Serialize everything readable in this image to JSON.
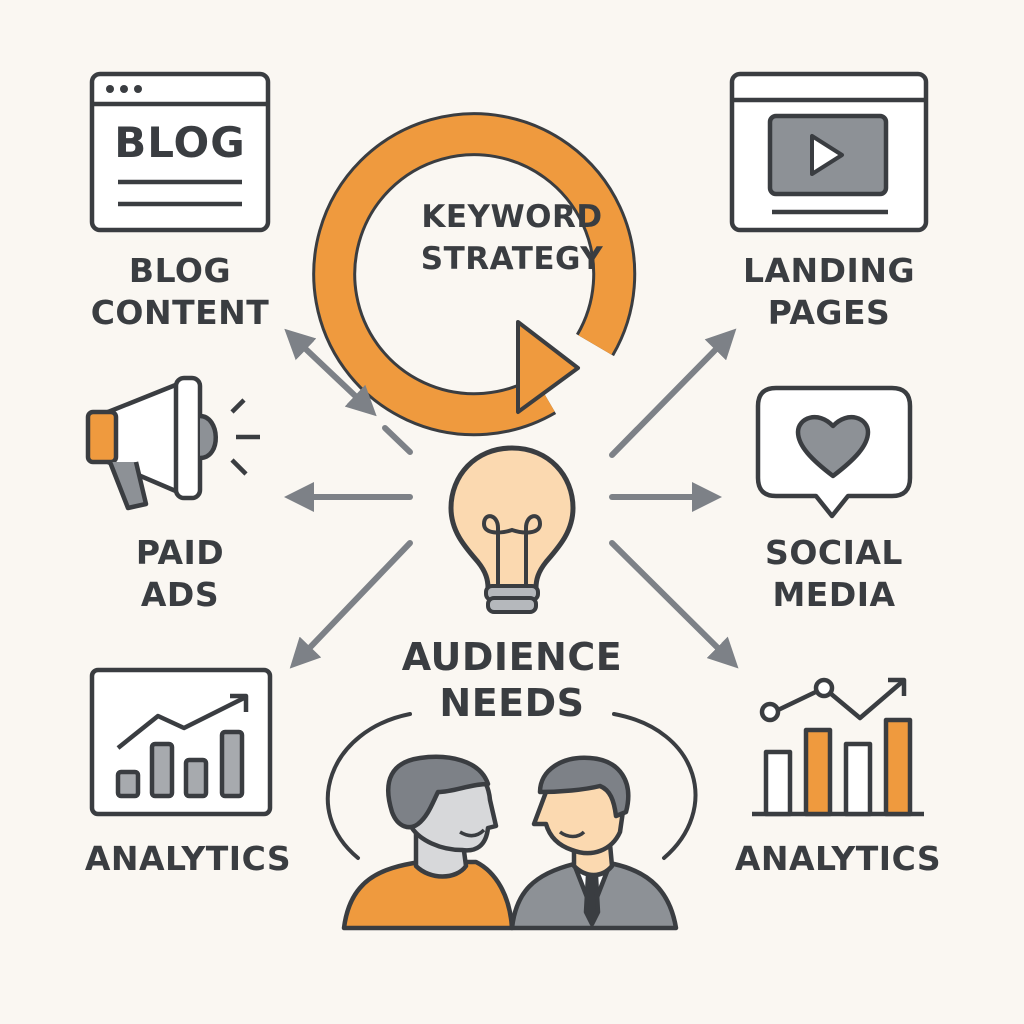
{
  "center": {
    "cycle_label": [
      "KEYWORD",
      "STRATEGY"
    ],
    "hub_label": [
      "AUDIENCE",
      "NEEDS"
    ]
  },
  "nodes": {
    "blog": {
      "icon_text": "BLOG",
      "label": [
        "BLOG",
        "CONTENT"
      ],
      "icon": "blog-window-icon"
    },
    "landing": {
      "label": [
        "LANDING",
        "PAGES"
      ],
      "icon": "video-page-icon"
    },
    "ads": {
      "label": [
        "PAID",
        "ADS"
      ],
      "icon": "megaphone-icon"
    },
    "social": {
      "label": [
        "SOCIAL",
        "MEDIA"
      ],
      "icon": "heart-chat-icon"
    },
    "analytics_left": {
      "label": "ANALYTICS",
      "icon": "bar-chart-icon"
    },
    "analytics_right": {
      "label": "ANALYTICS",
      "icon": "bar-line-chart-icon"
    }
  },
  "colors": {
    "accent": "#ef9a3e",
    "outline": "#3a3d41",
    "arrow": "#7d8187",
    "bulb": "#fbd9b0",
    "background": "#faf7f2"
  }
}
